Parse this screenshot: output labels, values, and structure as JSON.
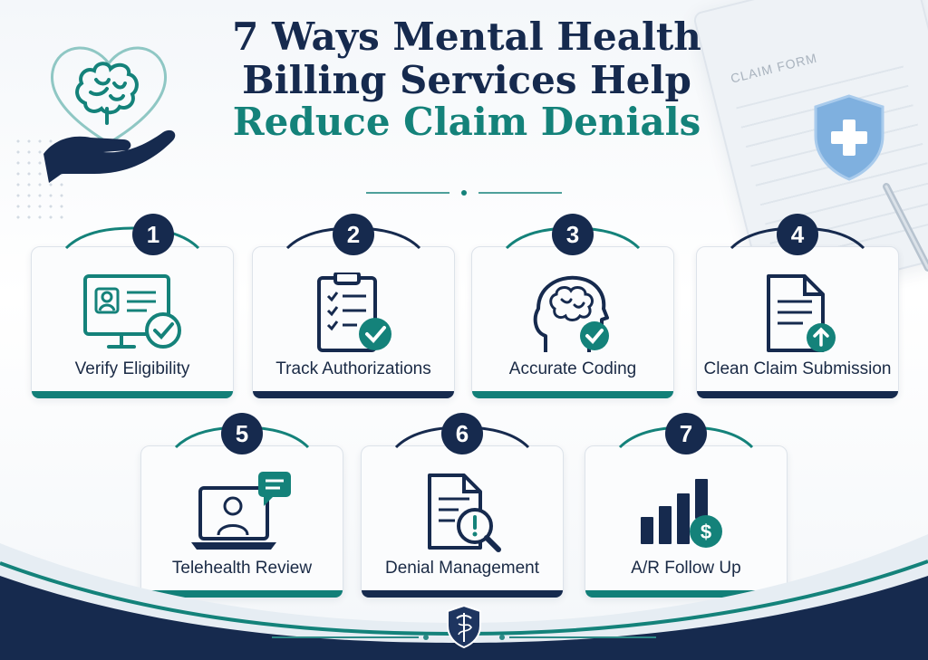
{
  "title": {
    "line1": "7 Ways Mental Health",
    "line2": "Billing Services Help",
    "line3": "Reduce Claim Denials"
  },
  "decor": {
    "clipboard_label": "CLAIM FORM"
  },
  "colors": {
    "navy": "#162a4e",
    "teal": "#127f78",
    "shield_blue": "#7fb0df"
  },
  "cards": [
    {
      "number": "1",
      "label": "Verify Eligibility",
      "icon": "monitor-check-icon",
      "bar": "teal"
    },
    {
      "number": "2",
      "label": "Track Authorizations",
      "icon": "clipboard-checklist-icon",
      "bar": "navy"
    },
    {
      "number": "3",
      "label": "Accurate Coding",
      "icon": "brain-head-icon",
      "bar": "teal"
    },
    {
      "number": "4",
      "label": "Clean Claim Submission",
      "icon": "document-upload-icon",
      "bar": "navy"
    },
    {
      "number": "5",
      "label": "Telehealth Review",
      "icon": "laptop-video-icon",
      "bar": "teal"
    },
    {
      "number": "6",
      "label": "Denial Management",
      "icon": "document-magnifier-icon",
      "bar": "navy"
    },
    {
      "number": "7",
      "label": "A/R Follow Up",
      "icon": "bar-chart-dollar-icon",
      "bar": "teal"
    }
  ]
}
